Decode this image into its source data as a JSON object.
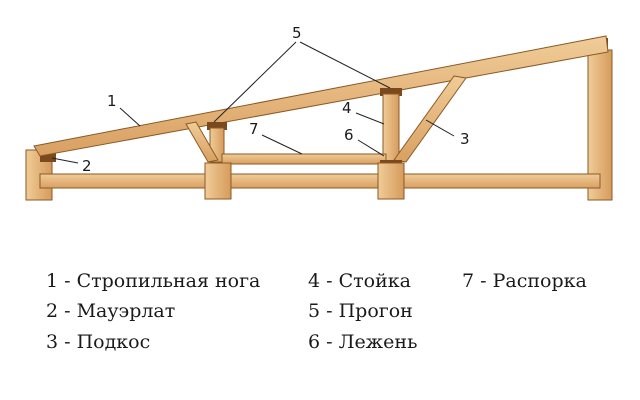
{
  "diagram": {
    "callouts": [
      "1",
      "2",
      "3",
      "4",
      "5",
      "6",
      "7"
    ]
  },
  "legend": {
    "items": [
      "1 - Стропильная нога",
      "2 - Мауэрлат",
      "3 - Подкос",
      "4 - Стойка",
      "5 - Прогон",
      "6 - Лежень",
      "7 - Распорка"
    ]
  },
  "colors": {
    "wood": "#e6b479",
    "wood_light": "#efc994",
    "wood_dark": "#b98043",
    "outline": "#8a5a26",
    "block": "#7a4a1e",
    "leader": "#222222"
  }
}
